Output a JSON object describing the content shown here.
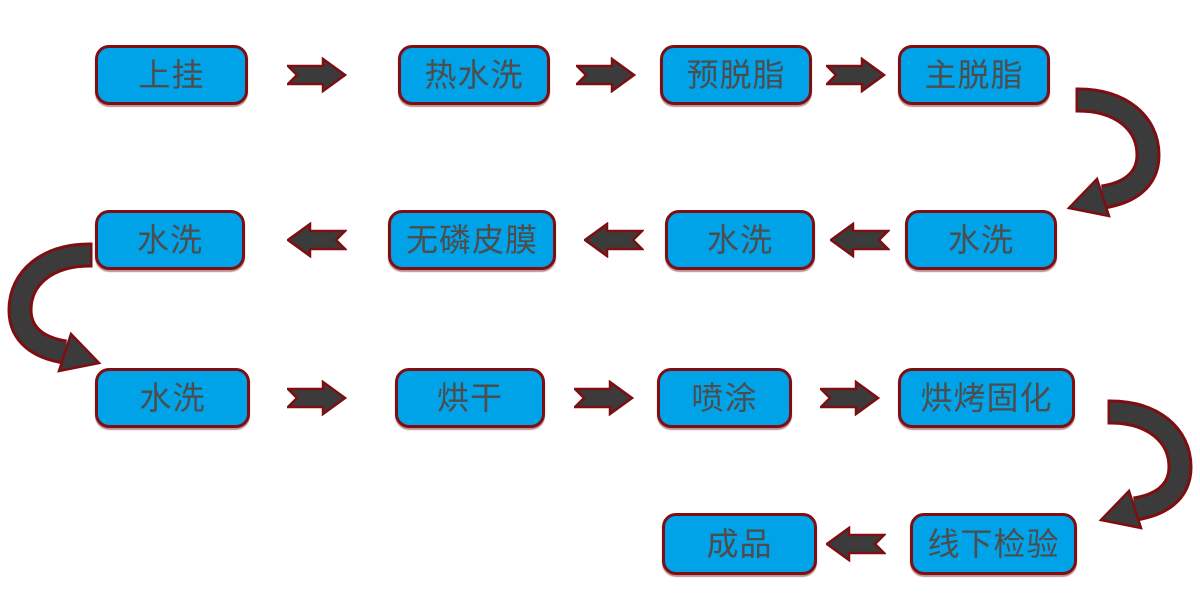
{
  "diagram_title": "",
  "palette": {
    "box_fill": "#00A2E8",
    "box_border": "#7F0E12",
    "arrow_fill": "#3B3B3B",
    "arrow_outline": "#7F0E12",
    "text_color": "#4D4D4D",
    "background": "#FFFFFF"
  },
  "nodes": [
    {
      "id": "shang-gua",
      "label": "上挂"
    },
    {
      "id": "re-shui-xi",
      "label": "热水洗"
    },
    {
      "id": "yu-tuo-zhi",
      "label": "预脱脂"
    },
    {
      "id": "zhu-tuo-zhi",
      "label": "主脱脂"
    },
    {
      "id": "shui-xi-1",
      "label": "水洗"
    },
    {
      "id": "shui-xi-2",
      "label": "水洗"
    },
    {
      "id": "wu-lin-pi-mo",
      "label": "无磷皮膜"
    },
    {
      "id": "shui-xi-3",
      "label": "水洗"
    },
    {
      "id": "shui-xi-4",
      "label": "水洗"
    },
    {
      "id": "hong-gan",
      "label": "烘干"
    },
    {
      "id": "pen-tu",
      "label": "喷涂"
    },
    {
      "id": "hong-kao-gu-hua",
      "label": "烘烤固化"
    },
    {
      "id": "xian-xia-jian-yan",
      "label": "线下检验"
    },
    {
      "id": "cheng-pin",
      "label": "成品"
    }
  ],
  "connectors": [
    {
      "from": "shang-gua",
      "to": "re-shui-xi",
      "type": "straight-right"
    },
    {
      "from": "re-shui-xi",
      "to": "yu-tuo-zhi",
      "type": "straight-right"
    },
    {
      "from": "yu-tuo-zhi",
      "to": "zhu-tuo-zhi",
      "type": "straight-right"
    },
    {
      "from": "zhu-tuo-zhi",
      "to": "shui-xi-1",
      "type": "curved-down-left"
    },
    {
      "from": "shui-xi-1",
      "to": "shui-xi-2",
      "type": "straight-left"
    },
    {
      "from": "shui-xi-2",
      "to": "wu-lin-pi-mo",
      "type": "straight-left"
    },
    {
      "from": "wu-lin-pi-mo",
      "to": "shui-xi-3",
      "type": "straight-left"
    },
    {
      "from": "shui-xi-3",
      "to": "shui-xi-4",
      "type": "curved-down-right"
    },
    {
      "from": "shui-xi-4",
      "to": "hong-gan",
      "type": "straight-right"
    },
    {
      "from": "hong-gan",
      "to": "pen-tu",
      "type": "straight-right"
    },
    {
      "from": "pen-tu",
      "to": "hong-kao-gu-hua",
      "type": "straight-right"
    },
    {
      "from": "hong-kao-gu-hua",
      "to": "xian-xia-jian-yan",
      "type": "curved-down-left"
    },
    {
      "from": "xian-xia-jian-yan",
      "to": "cheng-pin",
      "type": "straight-left"
    }
  ]
}
